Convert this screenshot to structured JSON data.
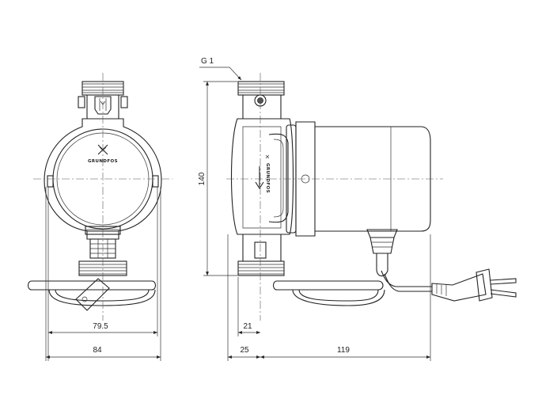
{
  "thread_label": "G 1",
  "brand": "GRUNDFOS",
  "dimensions": {
    "height_140": "140",
    "width_79_5": "79.5",
    "width_84": "84",
    "width_21": "21",
    "width_25": "25",
    "length_119": "119"
  }
}
